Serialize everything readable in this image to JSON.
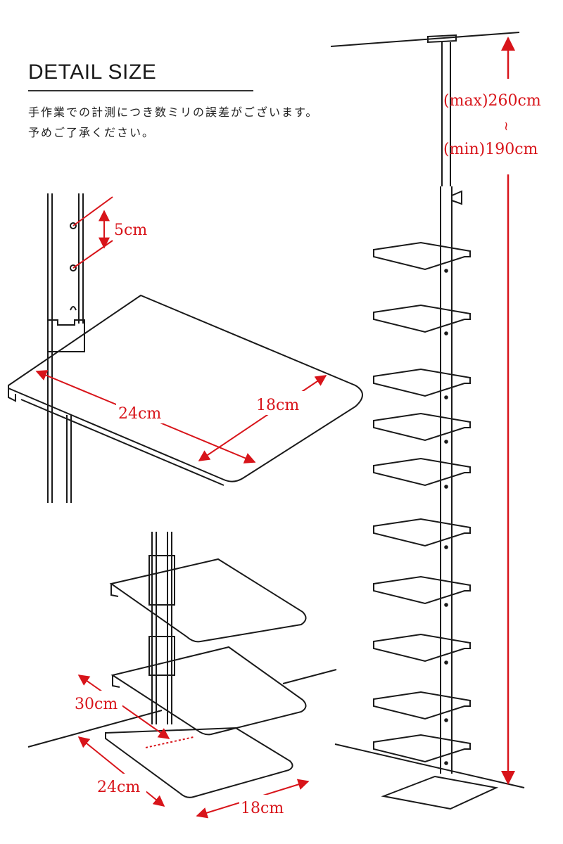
{
  "title": "DETAIL SIZE",
  "notes": [
    "手作業での計測につき数ミリの誤差がございます。",
    "予めご了承ください。"
  ],
  "colors": {
    "dimension": "#d8141a",
    "line": "#1a1a1a"
  },
  "dimensions": {
    "hole_pitch": "5cm",
    "shelf_width": "24cm",
    "shelf_depth": "18cm",
    "height_max": "(max)260cm",
    "height_sep": "~",
    "height_min": "(min)190cm",
    "base_depth": "30cm",
    "base_width": "24cm",
    "base_side": "18cm"
  }
}
